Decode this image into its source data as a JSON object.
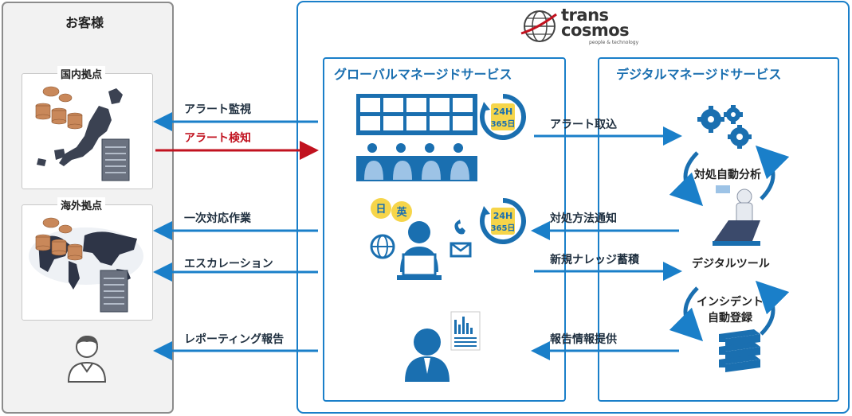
{
  "customer": {
    "title": "お客様",
    "domestic_label": "国内拠点",
    "overseas_label": "海外拠点"
  },
  "brand": {
    "name_line1": "trans",
    "name_line2": "cosmos",
    "tagline": "people & technology"
  },
  "gms": {
    "title": "グローバルマネージドサービス",
    "badge_top": "24H",
    "badge_bottom": "365日"
  },
  "dms": {
    "title": "デジタルマネージドサービス",
    "analysis_label": "対処自動分析",
    "tool_label": "デジタルツール",
    "incident_line1": "インシデント",
    "incident_line2": "自動登録"
  },
  "left_arrows": [
    {
      "label": "アラート監視",
      "direction": "to-customer"
    },
    {
      "label": "アラート検知",
      "direction": "to-gms",
      "color": "#c1121f"
    },
    {
      "label": "一次対応作業",
      "direction": "to-customer"
    },
    {
      "label": "エスカレーション",
      "direction": "to-customer"
    },
    {
      "label": "レポーティング報告",
      "direction": "to-customer"
    }
  ],
  "middle_arrows": [
    {
      "label": "アラート取込",
      "direction": "to-dms"
    },
    {
      "label": "対処方法通知",
      "direction": "to-gms"
    },
    {
      "label": "新規ナレッジ蓄積",
      "direction": "to-dms"
    },
    {
      "label": "報告情報提供",
      "direction": "to-gms"
    }
  ],
  "lang_bubbles": {
    "japanese": "日",
    "english": "英"
  },
  "colors": {
    "accent": "#1a7fc9",
    "alert": "#c1121f",
    "icon": "#1a6fb0"
  }
}
